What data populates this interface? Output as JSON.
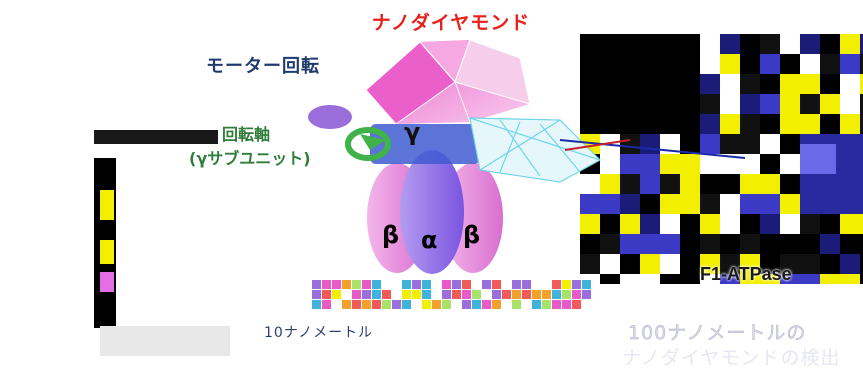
{
  "title": "ナノダイヤモンド",
  "labels": {
    "motor_rotation": "モーター回転",
    "rotation_axis": "回転軸",
    "subunit": "(γサブユニット)",
    "gamma": "γ",
    "beta_left": "β",
    "alpha": "α",
    "beta_right": "β",
    "f1_atpase": "F1-ATPase",
    "scale_caption": "10ナノメートル",
    "caption_100nm": "100ナノメートルの",
    "caption_detection": "ナノダイヤモンドの検出"
  },
  "colors": {
    "title": "#e8201c",
    "motor_label": "#1f3b6e",
    "axis_label": "#2f7d3b",
    "beta": "#e38fd6",
    "alpha": "#8f6be8",
    "diamond": "#f09ad9",
    "gamma_ring": "#3fb34a"
  }
}
